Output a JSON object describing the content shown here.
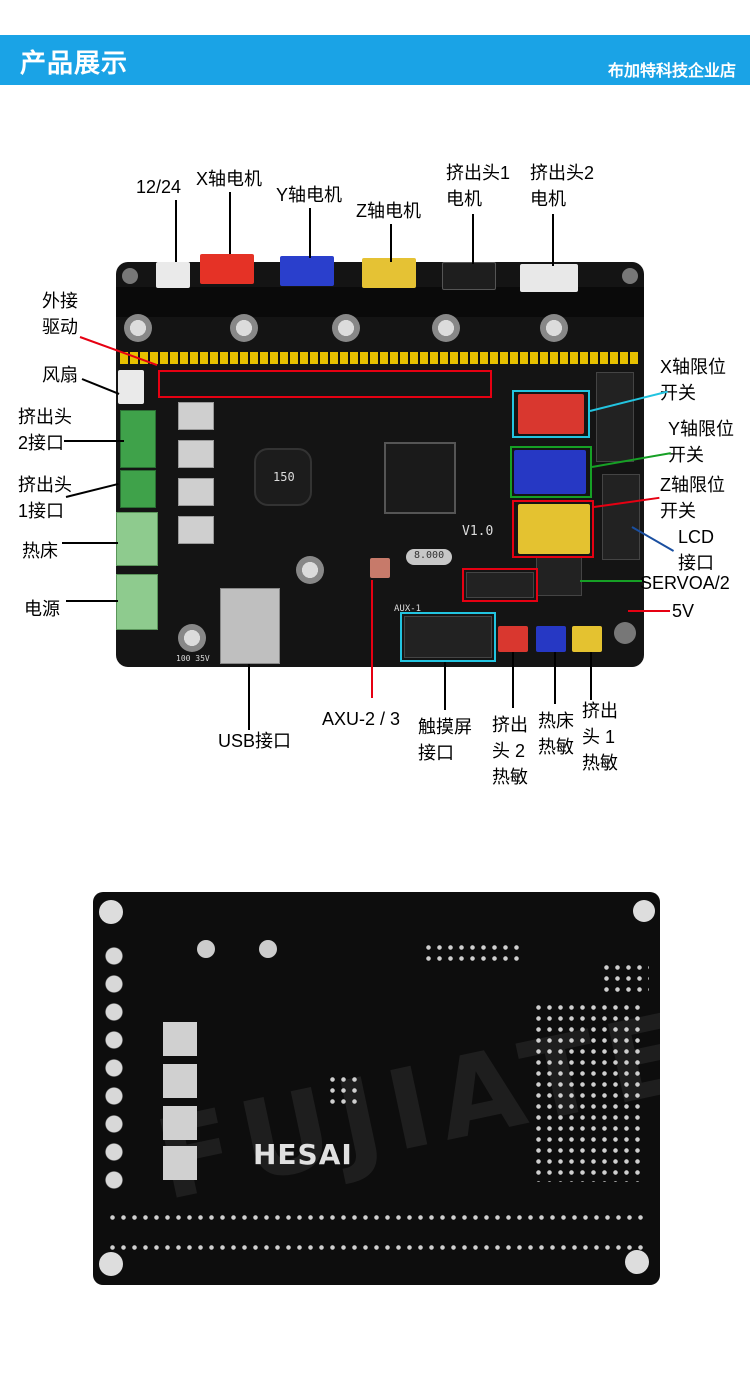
{
  "header": {
    "title": "产品展示",
    "shop_name": "布加特科技企业店"
  },
  "colors": {
    "header_bg": "#1aa3e6",
    "label_line": "#000000",
    "red_callout": "#e60012",
    "cyan_callout": "#22c4e0",
    "green_callout": "#16a025",
    "blue_callout": "#1a4fa0"
  },
  "labels": {
    "power_12_24": "12/24",
    "x_motor": "X轴电机",
    "y_motor": "Y轴电机",
    "z_motor": "Z轴电机",
    "extruder1_motor_a": "挤出头1",
    "extruder1_motor_b": "电机",
    "extruder2_motor_a": "挤出头2",
    "extruder2_motor_b": "电机",
    "external_driver_a": "外接",
    "external_driver_b": "驱动",
    "fan": "风扇",
    "extruder2_port_a": "挤出头",
    "extruder2_port_b": "2接口",
    "extruder1_port_a": "挤出头",
    "extruder1_port_b": "1接口",
    "heatbed": "热床",
    "power": "电源",
    "x_limit_a": "X轴限位",
    "x_limit_b": "开关",
    "y_limit_a": "Y轴限位",
    "y_limit_b": "开关",
    "z_limit_a": "Z轴限位",
    "z_limit_b": "开关",
    "lcd_a": "LCD",
    "lcd_b": "接口",
    "servo": "SERVOA/2",
    "five_v": "5V",
    "usb": "USB接口",
    "aux": "AXU-2 / 3",
    "touch_a": "触摸屏",
    "touch_b": "接口",
    "ext2_therm_a": "挤出",
    "ext2_therm_b": "头 2",
    "ext2_therm_c": "热敏",
    "bed_therm_a": "热床",
    "bed_therm_b": "热敏",
    "ext1_therm_a": "挤出",
    "ext1_therm_b": "头 1",
    "ext1_therm_c": "热敏"
  },
  "board_silk": {
    "version": "V1.0",
    "aux1": "AUX-1",
    "inductor": "150",
    "crystal": "8.000",
    "cap_value": "100 35V",
    "back_logo": "HESAI",
    "watermark": "FUJIATE"
  }
}
